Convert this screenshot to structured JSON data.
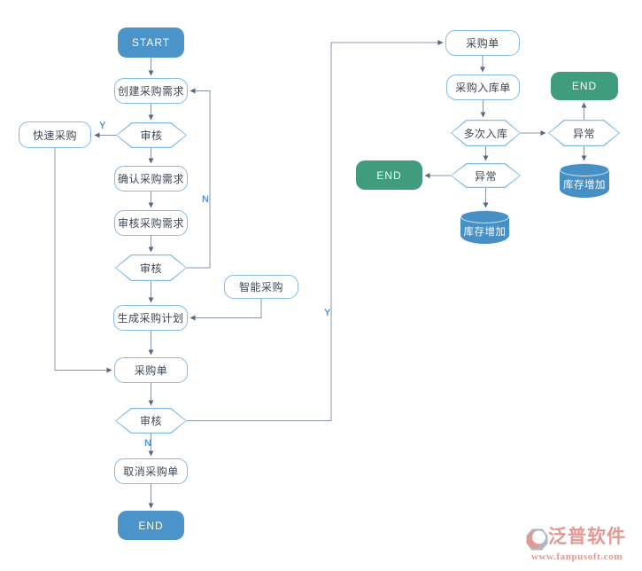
{
  "diagram": {
    "title_implied": "采购流程图",
    "nodes": {
      "start_left": {
        "label": "START",
        "type": "start"
      },
      "create_requirement": {
        "label": "创建采购需求",
        "type": "process"
      },
      "review_1": {
        "label": "审核",
        "type": "decision"
      },
      "quick_purchase": {
        "label": "快速采购",
        "type": "process"
      },
      "confirm_requirement": {
        "label": "确认采购需求",
        "type": "process"
      },
      "review_requirement": {
        "label": "审核采购需求",
        "type": "process"
      },
      "review_2": {
        "label": "审核",
        "type": "decision"
      },
      "smart_purchase": {
        "label": "智能采购",
        "type": "process"
      },
      "generate_plan": {
        "label": "生成采购计划",
        "type": "process"
      },
      "purchase_order_left": {
        "label": "采购单",
        "type": "process"
      },
      "review_3": {
        "label": "审核",
        "type": "decision"
      },
      "cancel_order": {
        "label": "取消采购单",
        "type": "process"
      },
      "end_left": {
        "label": "END",
        "type": "end"
      },
      "purchase_order_right": {
        "label": "采购单",
        "type": "process"
      },
      "purchase_inbound": {
        "label": "采购入库单",
        "type": "process"
      },
      "multiple_inbound": {
        "label": "多次入库",
        "type": "decision"
      },
      "abnormal_right": {
        "label": "异常",
        "type": "decision"
      },
      "end_green_right": {
        "label": "END",
        "type": "end"
      },
      "inventory_increase_right": {
        "label": "库存增加",
        "type": "datastore"
      },
      "abnormal_center": {
        "label": "异常",
        "type": "decision"
      },
      "end_green_left": {
        "label": "END",
        "type": "end"
      },
      "inventory_increase_center": {
        "label": "库存增加",
        "type": "datastore"
      }
    },
    "edge_labels": {
      "review1_yes": "Y",
      "review2_no": "N",
      "review3_yes": "Y",
      "review3_no": "N"
    }
  },
  "branding": {
    "logo_text": "泛普软件",
    "website": "www.fanpusoft.com"
  },
  "colors": {
    "node_blue": "#4a94c9",
    "node_green": "#3f9c7d",
    "cylinder_blue": "#4690c6",
    "node_border": "#85bae6",
    "node_text": "#3d4754",
    "line": "#8a93a4",
    "arrowhead": "#5a6680",
    "branch_label": "#4a9ae0",
    "logo_salmon": "#df918a"
  }
}
